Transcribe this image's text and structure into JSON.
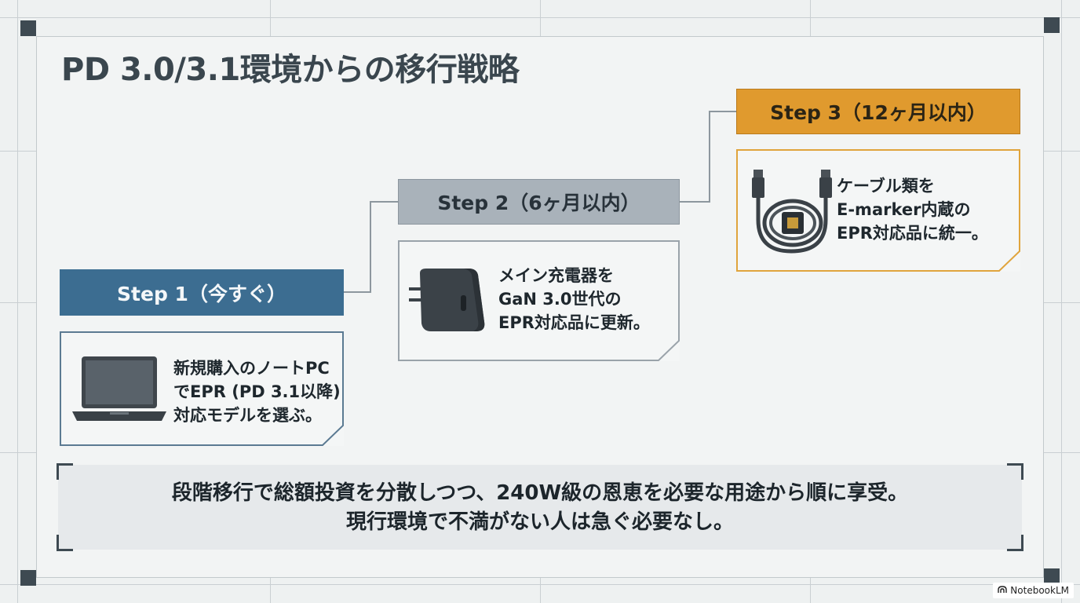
{
  "title": "PD 3.0/3.1環境からの移行戦略",
  "steps": [
    {
      "label": "Step 1（今すぐ）",
      "lines": [
        "新規購入のノートPC",
        "でEPR (PD 3.1以降)",
        "対応モデルを選ぶ。"
      ],
      "icon": "laptop-icon"
    },
    {
      "label": "Step 2（6ヶ月以内）",
      "lines": [
        "メイン充電器を",
        "GaN 3.0世代の",
        "EPR対応品に更新。"
      ],
      "icon": "charger-icon"
    },
    {
      "label": "Step 3（12ヶ月以内）",
      "lines": [
        "ケーブル類を",
        "E-marker内蔵の",
        "EPR対応品に統一。"
      ],
      "icon": "cable-chip-icon"
    }
  ],
  "summary": {
    "line1": "段階移行で総額投資を分散しつつ、240W級の恩恵を必要な用途から順に享受。",
    "line2": "現行環境で不満がない人は急ぐ必要なし。"
  },
  "watermark": "NotebookLM",
  "colors": {
    "step1": "#3c6d91",
    "step2": "#a9b2ba",
    "step3": "#e09a2e",
    "text": "#2f3a40"
  }
}
